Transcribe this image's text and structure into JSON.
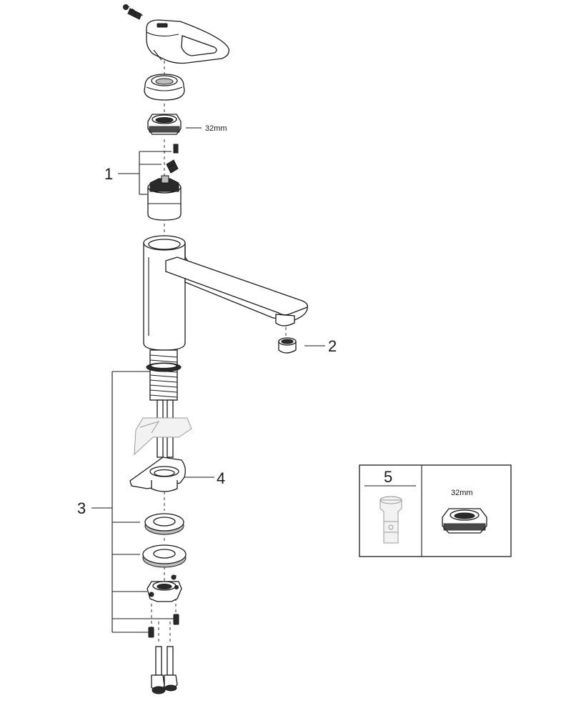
{
  "callouts": {
    "c1": "1",
    "c2": "2",
    "c3": "3",
    "c4": "4",
    "c5": "5"
  },
  "dims": {
    "nut_size": "32mm",
    "box_nut_size": "32mm"
  }
}
